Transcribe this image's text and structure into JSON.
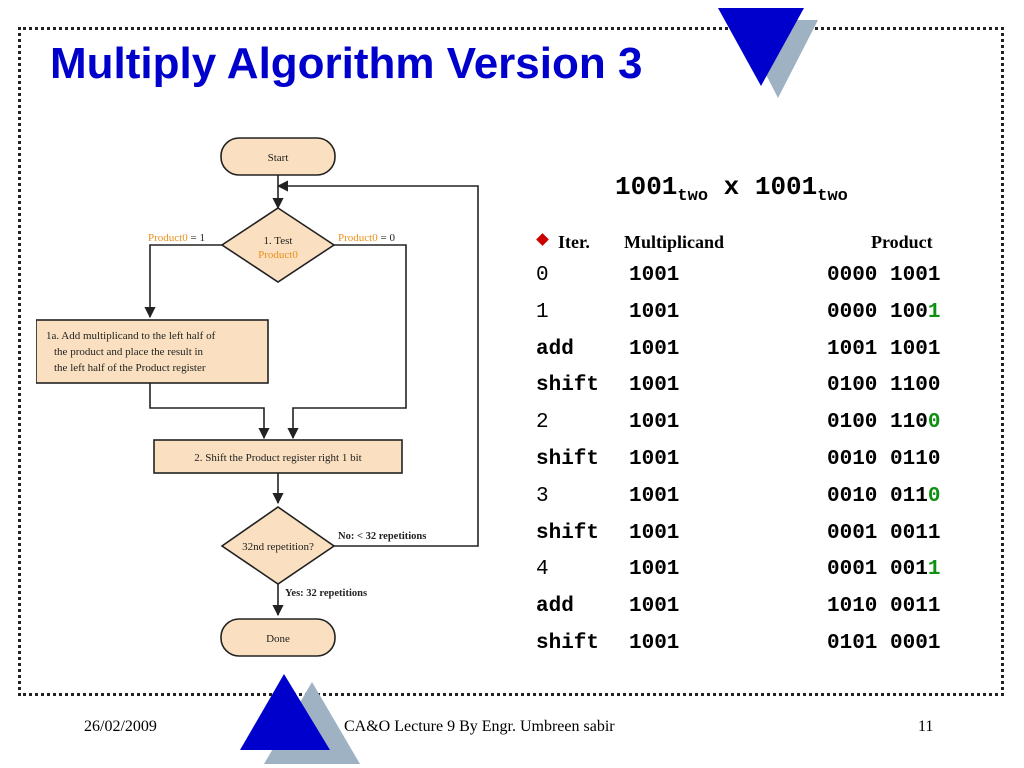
{
  "slide": {
    "title": "Multiply Algorithm Version 3",
    "page_number": "11"
  },
  "flowchart": {
    "start": "Start",
    "test_line1": "1. Test",
    "test_line2": "Product0",
    "left_branch_var": "Product0",
    "left_branch_val": " = 1",
    "right_branch_var": "Product0",
    "right_branch_val": " = 0",
    "step1a_line1": "1a. Add multiplicand to the left half of",
    "step1a_line2": "the product and place the result in",
    "step1a_line3": "the left half of the Product register",
    "step2": "2. Shift the Product register right 1 bit",
    "repeat": "32nd repetition?",
    "no_label": "No:  < 32 repetitions",
    "yes_label": "Yes:  32 repetitions",
    "done": "Done"
  },
  "equation": {
    "a": "1001",
    "a_sub": "two",
    "op": " x ",
    "b": "1001",
    "b_sub": "two"
  },
  "table": {
    "headers": {
      "iter": "Iter.",
      "multiplicand": "Multiplicand",
      "product": "Product"
    },
    "rows": [
      {
        "iter": "0",
        "iter_bold": false,
        "mc": "1001",
        "p_main": "0000 1001",
        "p_last": ""
      },
      {
        "iter": "1",
        "iter_bold": false,
        "mc": "1001",
        "p_main": "0000 100",
        "p_last": "1"
      },
      {
        "iter": "add",
        "iter_bold": true,
        "mc": "1001",
        "p_main": "1001 1001",
        "p_last": ""
      },
      {
        "iter": "shift",
        "iter_bold": true,
        "mc": "1001",
        "p_main": "0100 1100",
        "p_last": ""
      },
      {
        "iter": "2",
        "iter_bold": false,
        "mc": "1001",
        "p_main": "0100 110",
        "p_last": "0"
      },
      {
        "iter": "shift",
        "iter_bold": true,
        "mc": "1001",
        "p_main": "0010 0110",
        "p_last": ""
      },
      {
        "iter": "3",
        "iter_bold": false,
        "mc": "1001",
        "p_main": "0010 011",
        "p_last": "0"
      },
      {
        "iter": "shift",
        "iter_bold": true,
        "mc": "1001",
        "p_main": "0001 0011",
        "p_last": ""
      },
      {
        "iter": "4",
        "iter_bold": false,
        "mc": "1001",
        "p_main": "0001 001",
        "p_last": "1"
      },
      {
        "iter": "add",
        "iter_bold": true,
        "mc": "1001",
        "p_main": "1010 0011",
        "p_last": ""
      },
      {
        "iter": "shift",
        "iter_bold": true,
        "mc": "1001",
        "p_main": "0101 0001",
        "p_last": ""
      }
    ]
  },
  "footer": {
    "date": "26/02/2009",
    "center": "CA&O Lecture 9 By Engr. Umbreen sabir"
  },
  "colors": {
    "title": "#0000cc",
    "highlight_bit": "#109010",
    "bullet": "#cc0000",
    "flow_box": "#fae0c0",
    "flow_label": "#e8911a"
  }
}
